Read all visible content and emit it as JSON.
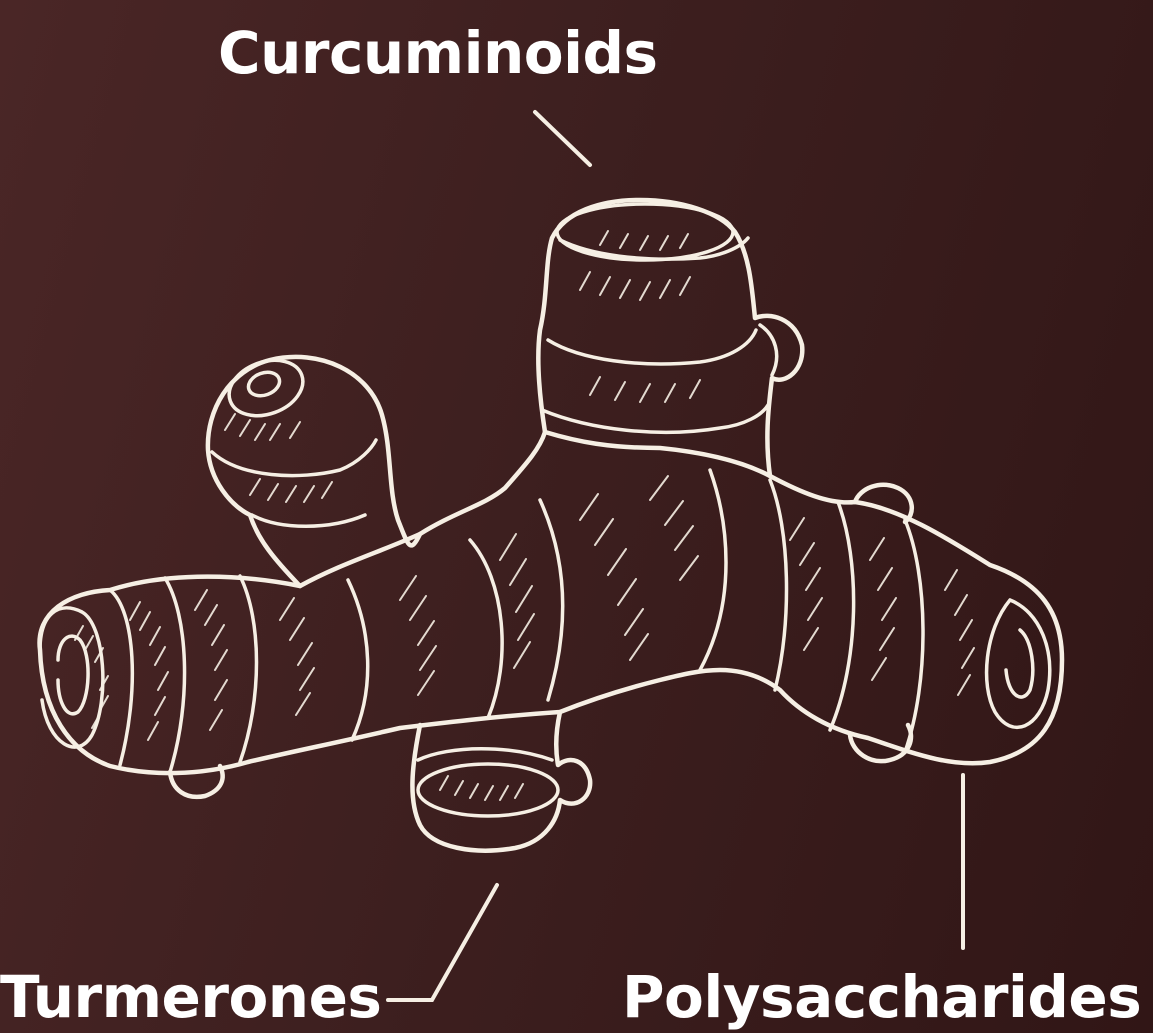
{
  "labels": {
    "curcuminoids": "Curcuminoids",
    "turmerones": "Turmerones",
    "polysaccharides": "Polysaccharides"
  },
  "colors": {
    "background": "#3d1f1f",
    "ink": "#f6efe4",
    "text": "#ffffff"
  },
  "illustration": {
    "subject": "turmeric root (rhizome) line drawing"
  }
}
